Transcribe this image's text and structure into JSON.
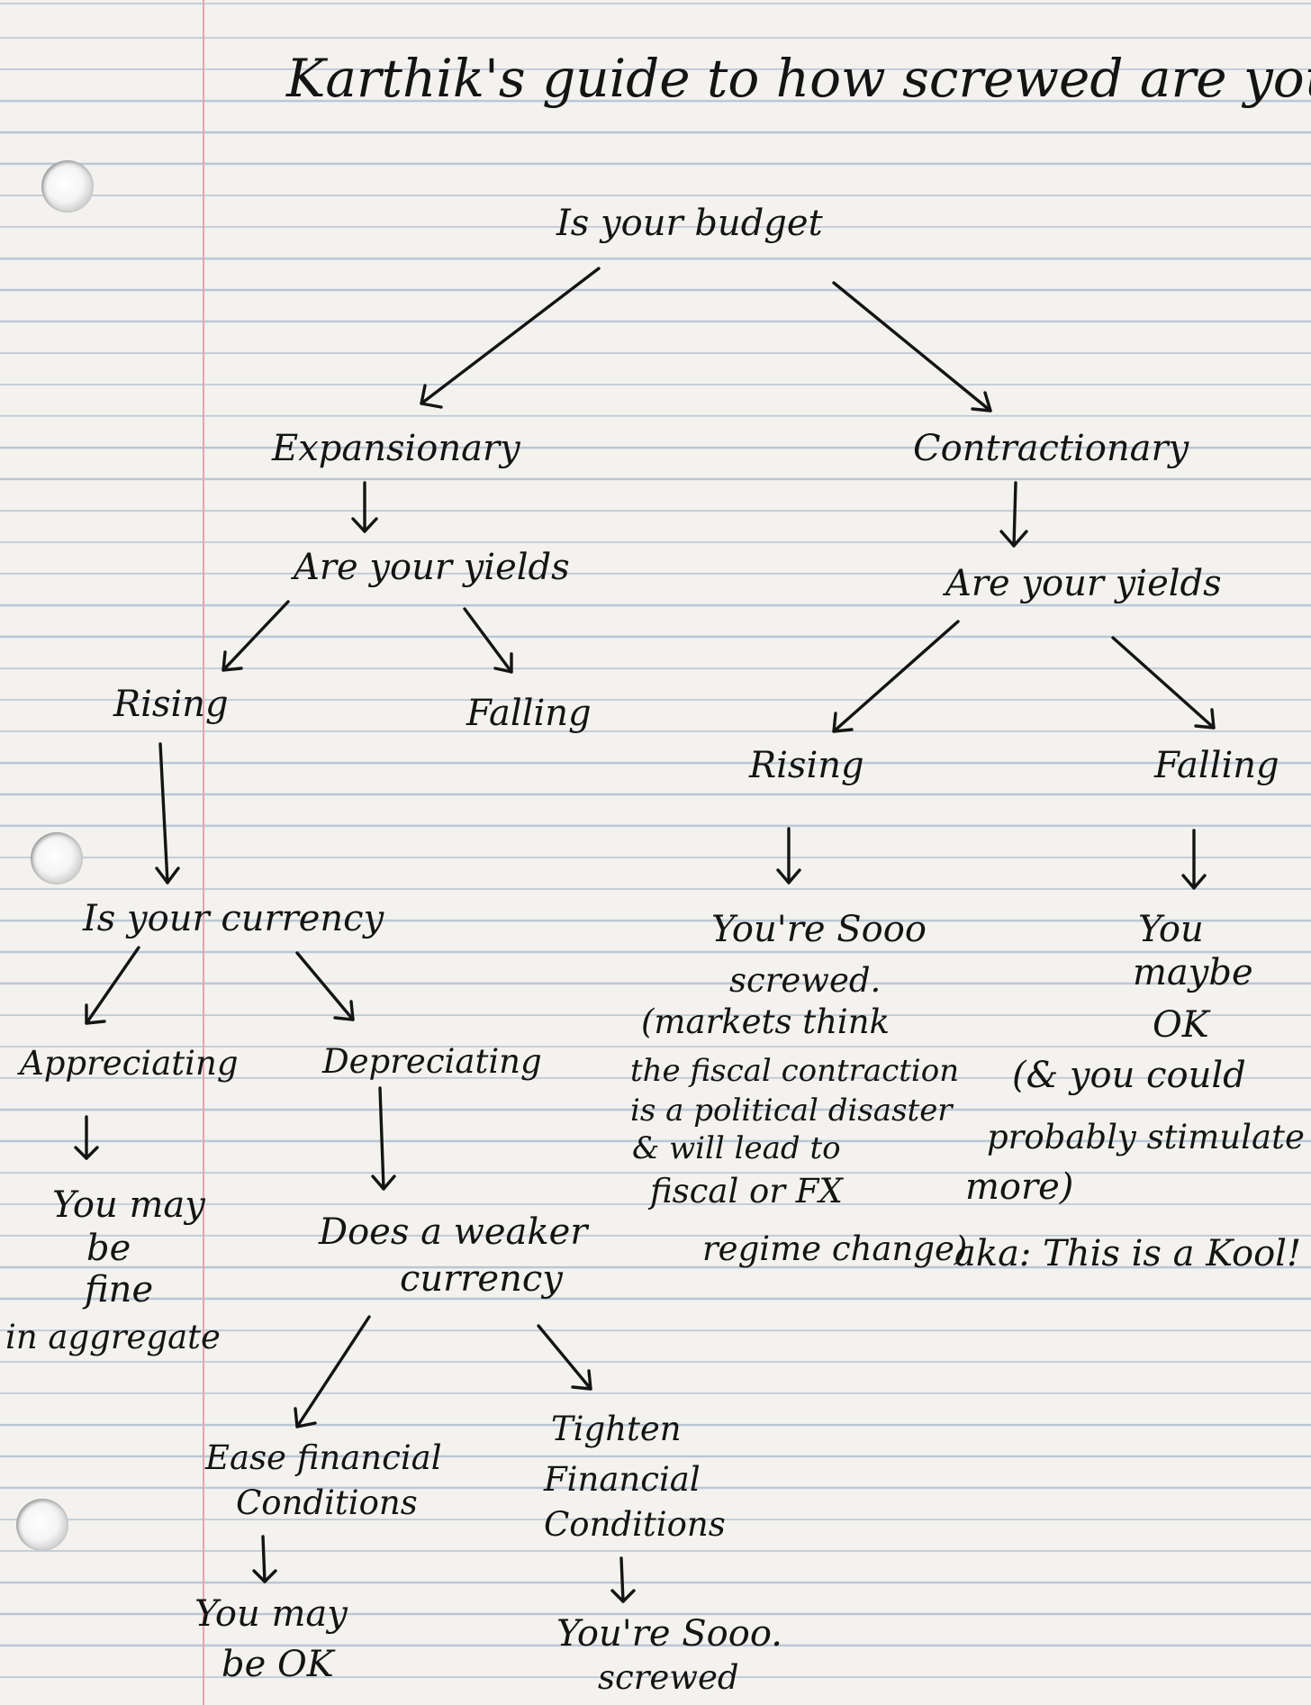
{
  "title": "Karthik's guide to how screwed are you.",
  "root": "Is your budget",
  "expansionary": {
    "label": "Expansionary",
    "question": "Are your yields",
    "rising": {
      "label": "Rising",
      "question": "Is your currency",
      "appreciating": {
        "label": "Appreciating",
        "outcome": [
          "You may",
          "be",
          "fine",
          "in aggregate"
        ]
      },
      "depreciating": {
        "label": "Depreciating",
        "question": [
          "Does a weaker",
          "currency"
        ],
        "ease": {
          "label": [
            "Ease financial",
            "Conditions"
          ],
          "outcome": [
            "You may",
            "be OK"
          ]
        },
        "tighten": {
          "label": [
            "Tighten",
            "Financial",
            "Conditions"
          ],
          "outcome": [
            "You're Sooo.",
            "screwed"
          ]
        }
      }
    },
    "falling": {
      "label": "Falling"
    }
  },
  "contractionary": {
    "label": "Contractionary",
    "question": "Are your yields",
    "rising": {
      "label": "Rising",
      "outcome": [
        "You're Sooo",
        "screwed.",
        "(markets think",
        "the fiscal contraction",
        "is a political disaster",
        "& will lead to",
        "fiscal or FX",
        "regime change)"
      ]
    },
    "falling": {
      "label": "Falling",
      "outcome": [
        "You",
        "maybe",
        "OK",
        "(& you could",
        "probably stimulate",
        "more)",
        "aka: This is a Kool!"
      ]
    }
  }
}
